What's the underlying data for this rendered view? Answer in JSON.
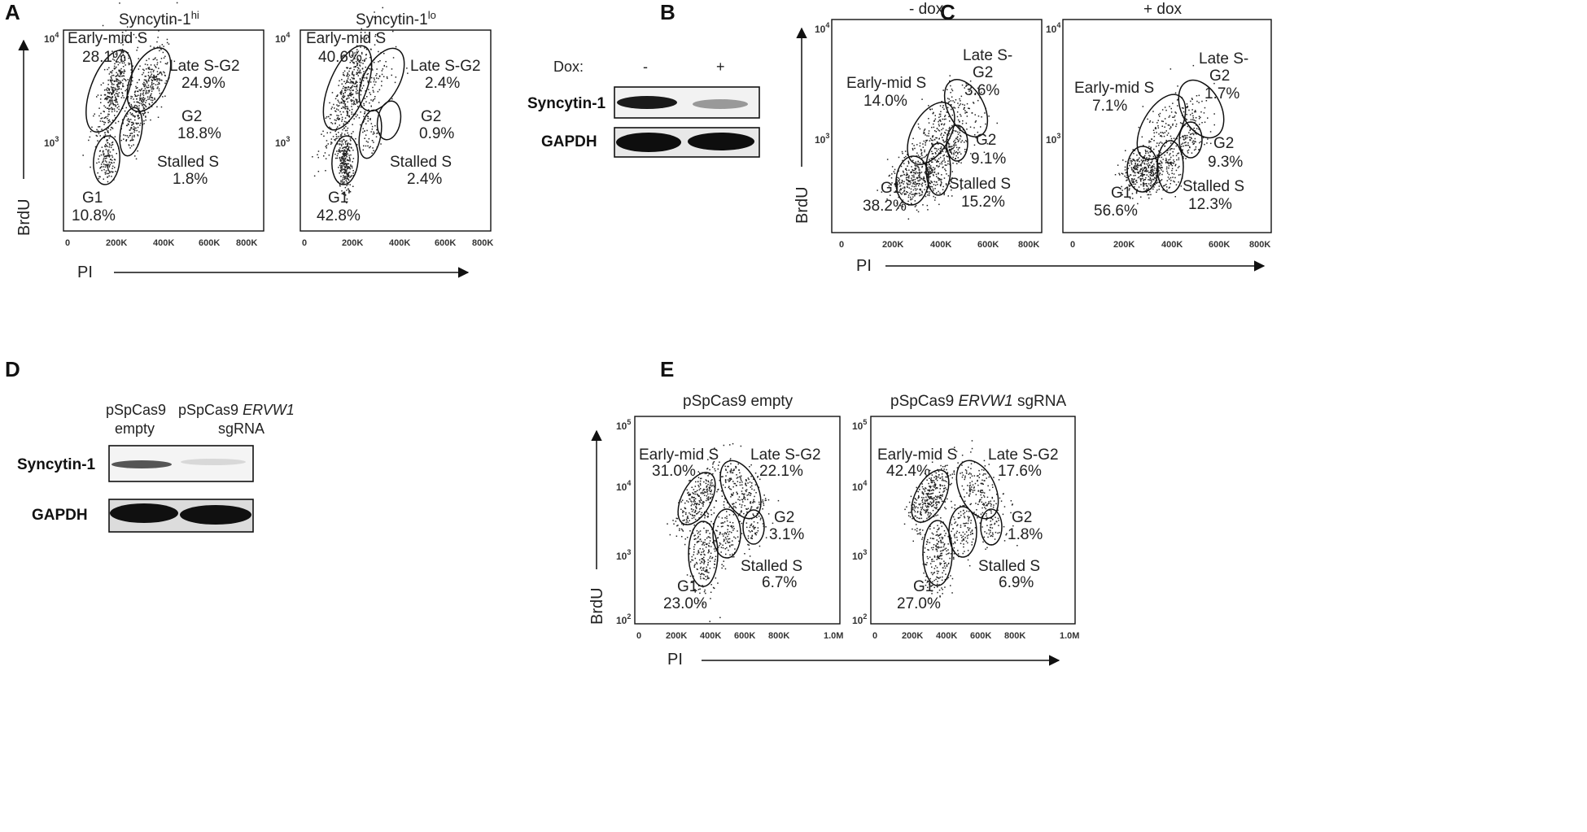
{
  "panel_labels": {
    "A": "A",
    "B": "B",
    "C": "C",
    "D": "D",
    "E": "E"
  },
  "axis_labels": {
    "brdu": "BrdU",
    "pi": "PI"
  },
  "ticks": {
    "x_800": [
      "0",
      "200K",
      "400K",
      "600K",
      "800K"
    ],
    "x_1m": [
      "0",
      "200K",
      "400K",
      "600K",
      "800K",
      "1.0M"
    ],
    "y_a": [
      "10",
      "3",
      "10",
      "4"
    ],
    "y_e": [
      "10",
      "2",
      "10",
      "3",
      "10",
      "4",
      "10",
      "5"
    ]
  },
  "panel_a": {
    "left": {
      "title_base": "Syncytin-1",
      "title_sup": "hi",
      "gates": [
        {
          "name": "Early-mid S",
          "pct": "28.1%"
        },
        {
          "name": "Late S-G2",
          "pct": "24.9%"
        },
        {
          "name": "G2",
          "pct": "18.8%"
        },
        {
          "name": "Stalled S",
          "pct": "1.8%"
        },
        {
          "name": "G1",
          "pct": "10.8%"
        }
      ]
    },
    "right": {
      "title_base": "Syncytin-1",
      "title_sup": "lo",
      "gates": [
        {
          "name": "Early-mid S",
          "pct": "40.6%"
        },
        {
          "name": "Late S-G2",
          "pct": "2.4%"
        },
        {
          "name": "G2",
          "pct": "0.9%"
        },
        {
          "name": "Stalled S",
          "pct": "2.4%"
        },
        {
          "name": "G1",
          "pct": "42.8%"
        }
      ]
    }
  },
  "panel_b": {
    "dox_label": "Dox:",
    "lane_minus": "-",
    "lane_plus": "+",
    "row1": "Syncytin-1",
    "row2": "GAPDH"
  },
  "panel_c": {
    "left": {
      "title": "- dox",
      "gates": [
        {
          "name": "Early-mid S",
          "pct": "14.0%"
        },
        {
          "name": "Late S-",
          "name2": "G2",
          "pct": "3.6%"
        },
        {
          "name": "G2",
          "pct": "9.1%"
        },
        {
          "name": "Stalled S",
          "pct": "15.2%"
        },
        {
          "name": "G1",
          "pct": "38.2%"
        }
      ]
    },
    "right": {
      "title": "+ dox",
      "gates": [
        {
          "name": "Early-mid S",
          "pct": "7.1%"
        },
        {
          "name": "Late S-",
          "name2": "G2",
          "pct": "1.7%"
        },
        {
          "name": "G2",
          "pct": "9.3%"
        },
        {
          "name": "Stalled S",
          "pct": "12.3%"
        },
        {
          "name": "G1",
          "pct": "56.6%"
        }
      ]
    }
  },
  "panel_d": {
    "lane1_l1": "pSpCas9",
    "lane1_l2": "empty",
    "lane2_l1a": "pSpCas9",
    "lane2_l1b": "ERVW1",
    "lane2_l2": "sgRNA",
    "row1": "Syncytin-1",
    "row2": "GAPDH"
  },
  "panel_e": {
    "left": {
      "title": "pSpCas9 empty",
      "gates": [
        {
          "name": "Early-mid S",
          "pct": "31.0%"
        },
        {
          "name": "Late S-G2",
          "pct": "22.1%"
        },
        {
          "name": "G2",
          "pct": "3.1%"
        },
        {
          "name": "Stalled S",
          "pct": "6.7%"
        },
        {
          "name": "G1",
          "pct": "23.0%"
        }
      ]
    },
    "right": {
      "title_a": "pSpCas9",
      "title_b": "ERVW1",
      "title_c": "sgRNA",
      "gates": [
        {
          "name": "Early-mid S",
          "pct": "42.4%"
        },
        {
          "name": "Late S-G2",
          "pct": "17.6%"
        },
        {
          "name": "G2",
          "pct": "1.8%"
        },
        {
          "name": "Stalled S",
          "pct": "6.9%"
        },
        {
          "name": "G1",
          "pct": "27.0%"
        }
      ]
    }
  }
}
